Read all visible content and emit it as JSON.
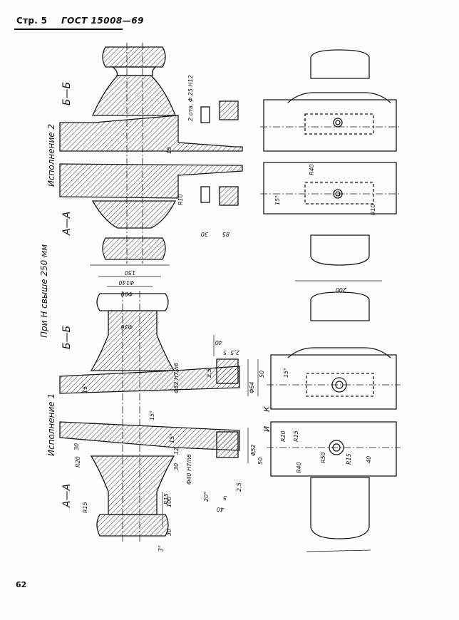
{
  "header": {
    "page_label": "Стр. 5",
    "standard": "ГОСТ 15008—69"
  },
  "folio": "62",
  "side_titles": {
    "section_aa_top": "А—А",
    "section_bb_top": "Б—Б",
    "variant_2": "Исполнение 2",
    "note_h": "При Н свыше 250 мм",
    "section_aa_bottom": "А—А",
    "section_bb_bottom": "Б—Б",
    "variant_1": "Исполнение 1"
  },
  "dims_upper": {
    "holes": "2 отв. Φ 25 Н12",
    "d150": "150",
    "d15": "15",
    "r10a": "R10",
    "r10b": "R10",
    "d30": "30",
    "d85": "85",
    "r40": "R40",
    "angle15": "15°"
  },
  "dims_lower": {
    "d140": "Φ140",
    "d90": "Φ90",
    "d36": "Φ36",
    "d200": "200",
    "d40a": "40",
    "d5": "5",
    "f25a": "2,5",
    "f25b": "2,5",
    "d64": "Φ64",
    "d50a": "50",
    "d52a": "Φ52 Н7/h6",
    "ang15a": "15°",
    "ang15b": "15°",
    "ang15c": "15°",
    "ang15d": "15°",
    "kmark": "К",
    "imark": "И",
    "r20a": "R20",
    "r15a": "R15",
    "r50": "R50",
    "r15b": "R15",
    "d40b": "40",
    "r40b": "R40",
    "d30a": "30",
    "d12": "12",
    "d30b": "30",
    "d40h7": "Φ40 Н7/h6",
    "d52b": "Φ52",
    "d50b": "50",
    "r20b": "R20",
    "r15c": "R15",
    "r15d": "R15",
    "d100": "100",
    "d30c": "30",
    "ang20": "20°",
    "ang3": "3°",
    "d40c": "40",
    "d5b": "5",
    "f25c": "2,5"
  }
}
